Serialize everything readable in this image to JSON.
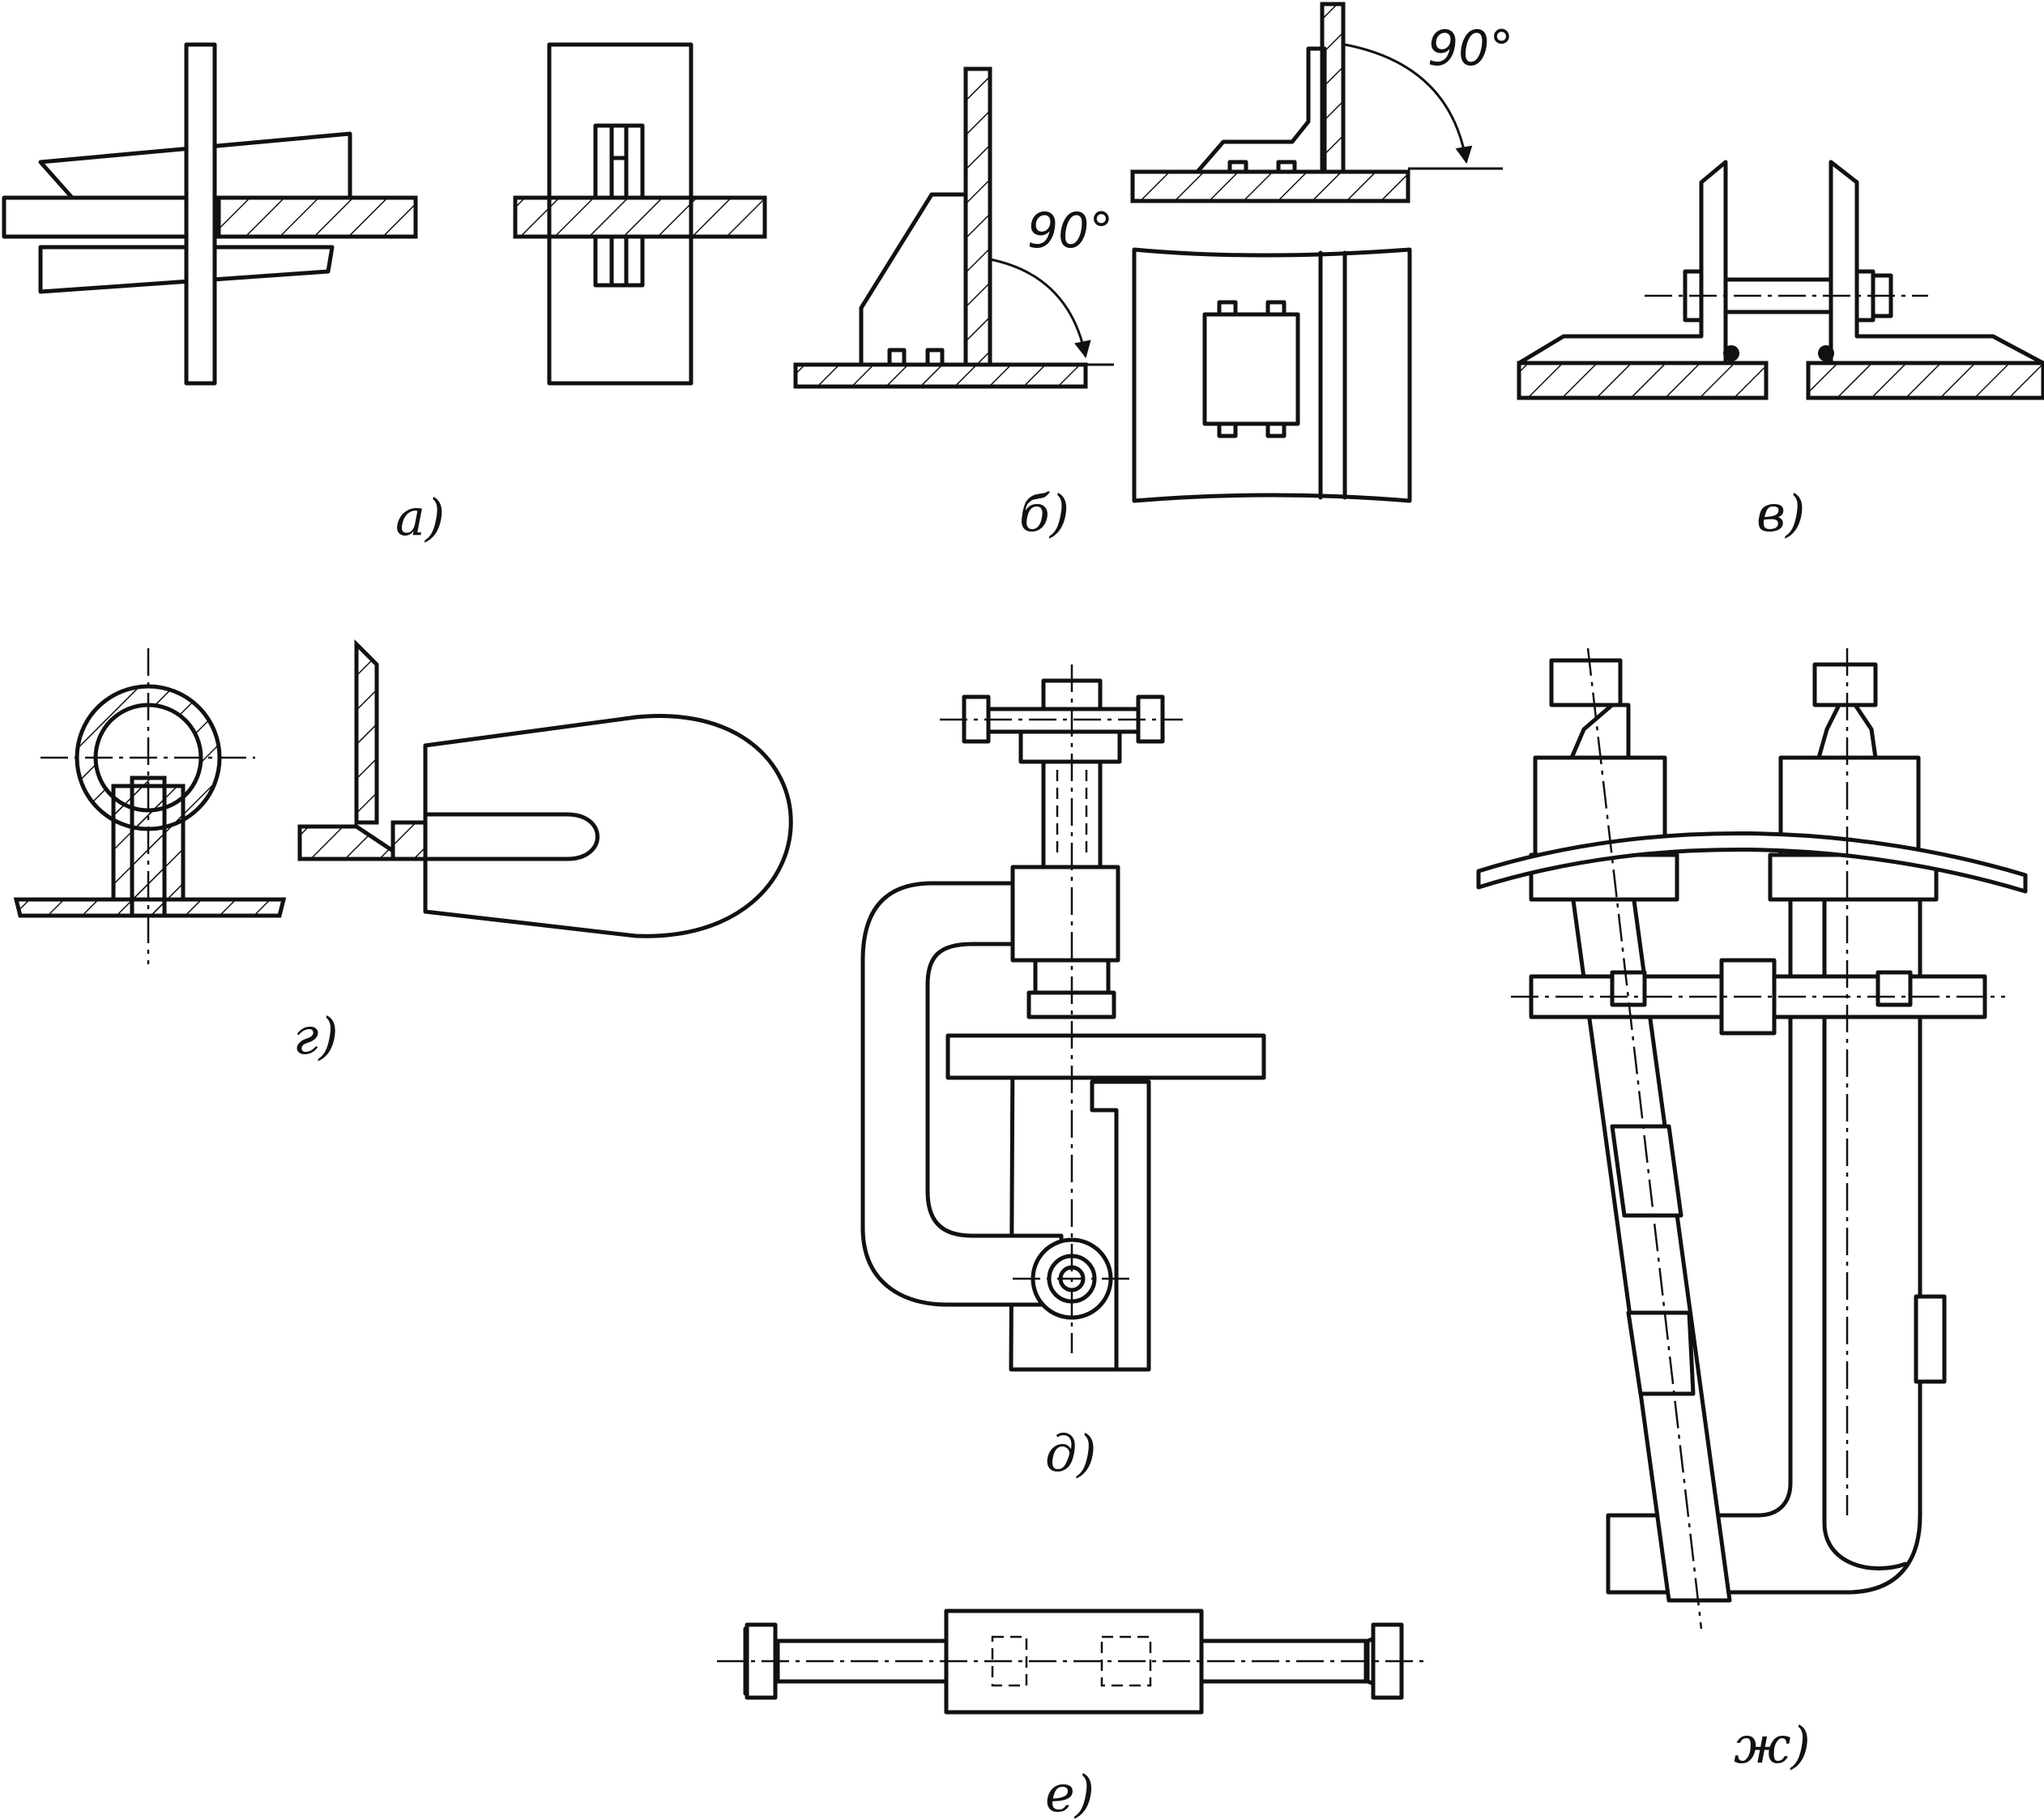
{
  "labels": {
    "a": "а)",
    "b": "б)",
    "v": "в)",
    "g": "г)",
    "d": "д)",
    "e": "е)",
    "zh": "ж)"
  },
  "angles": {
    "b_lower": "90°",
    "b_upper": "90°"
  }
}
